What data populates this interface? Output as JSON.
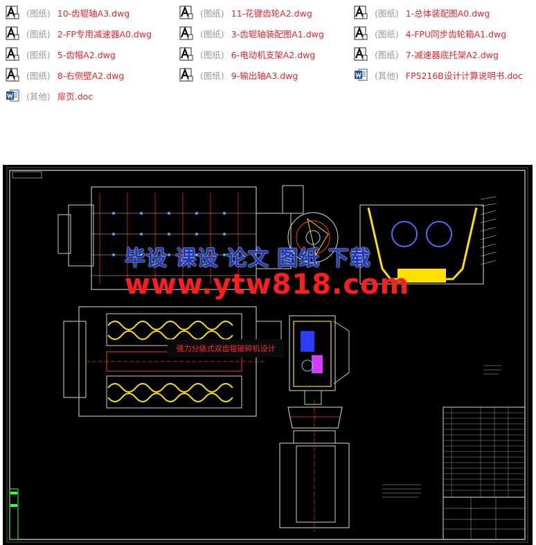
{
  "files": [
    {
      "category": "(图纸)",
      "name": "10-齿辊轴A3.dwg",
      "icon": "dwg-icon"
    },
    {
      "category": "(图纸)",
      "name": "11-花键齿轮A2.dwg",
      "icon": "dwg-icon"
    },
    {
      "category": "(图纸)",
      "name": "1-总体装配图A0.dwg",
      "icon": "dwg-icon"
    },
    {
      "category": "(图纸)",
      "name": "2-FP专用减速器A0.dwg",
      "icon": "dwg-icon"
    },
    {
      "category": "(图纸)",
      "name": "3-齿辊轴装配图A1.dwg",
      "icon": "dwg-icon"
    },
    {
      "category": "(图纸)",
      "name": "4-FPU同步齿轮箱A1.dwg",
      "icon": "dwg-icon"
    },
    {
      "category": "(图纸)",
      "name": "5-齿帽A2.dwg",
      "icon": "dwg-icon"
    },
    {
      "category": "(图纸)",
      "name": "6-电动机支架A2.dwg",
      "icon": "dwg-icon"
    },
    {
      "category": "(图纸)",
      "name": "7-减速器底托架A2.dwg",
      "icon": "dwg-icon"
    },
    {
      "category": "(图纸)",
      "name": "8-右侧壁A2.dwg",
      "icon": "dwg-icon"
    },
    {
      "category": "(图纸)",
      "name": "9-输出轴A3.dwg",
      "icon": "dwg-icon"
    },
    {
      "category": "(其他)",
      "name": "FP5216B设计计算说明书.doc",
      "icon": "word-icon"
    },
    {
      "category": "(其他)",
      "name": "扉页.doc",
      "icon": "word-icon"
    }
  ],
  "preview": {
    "watermark_line1": "毕设 课设 论文 图纸 下载",
    "watermark_line2": "www.ytw818.com",
    "center_label": "强力分级式双齿辊破碎机设计"
  },
  "colors": {
    "filename": "#e8242a",
    "category": "#9a9a9a",
    "cad_background": "#000000",
    "watermark_blue": "#1838c8",
    "watermark_red": "#ff1e1e"
  }
}
